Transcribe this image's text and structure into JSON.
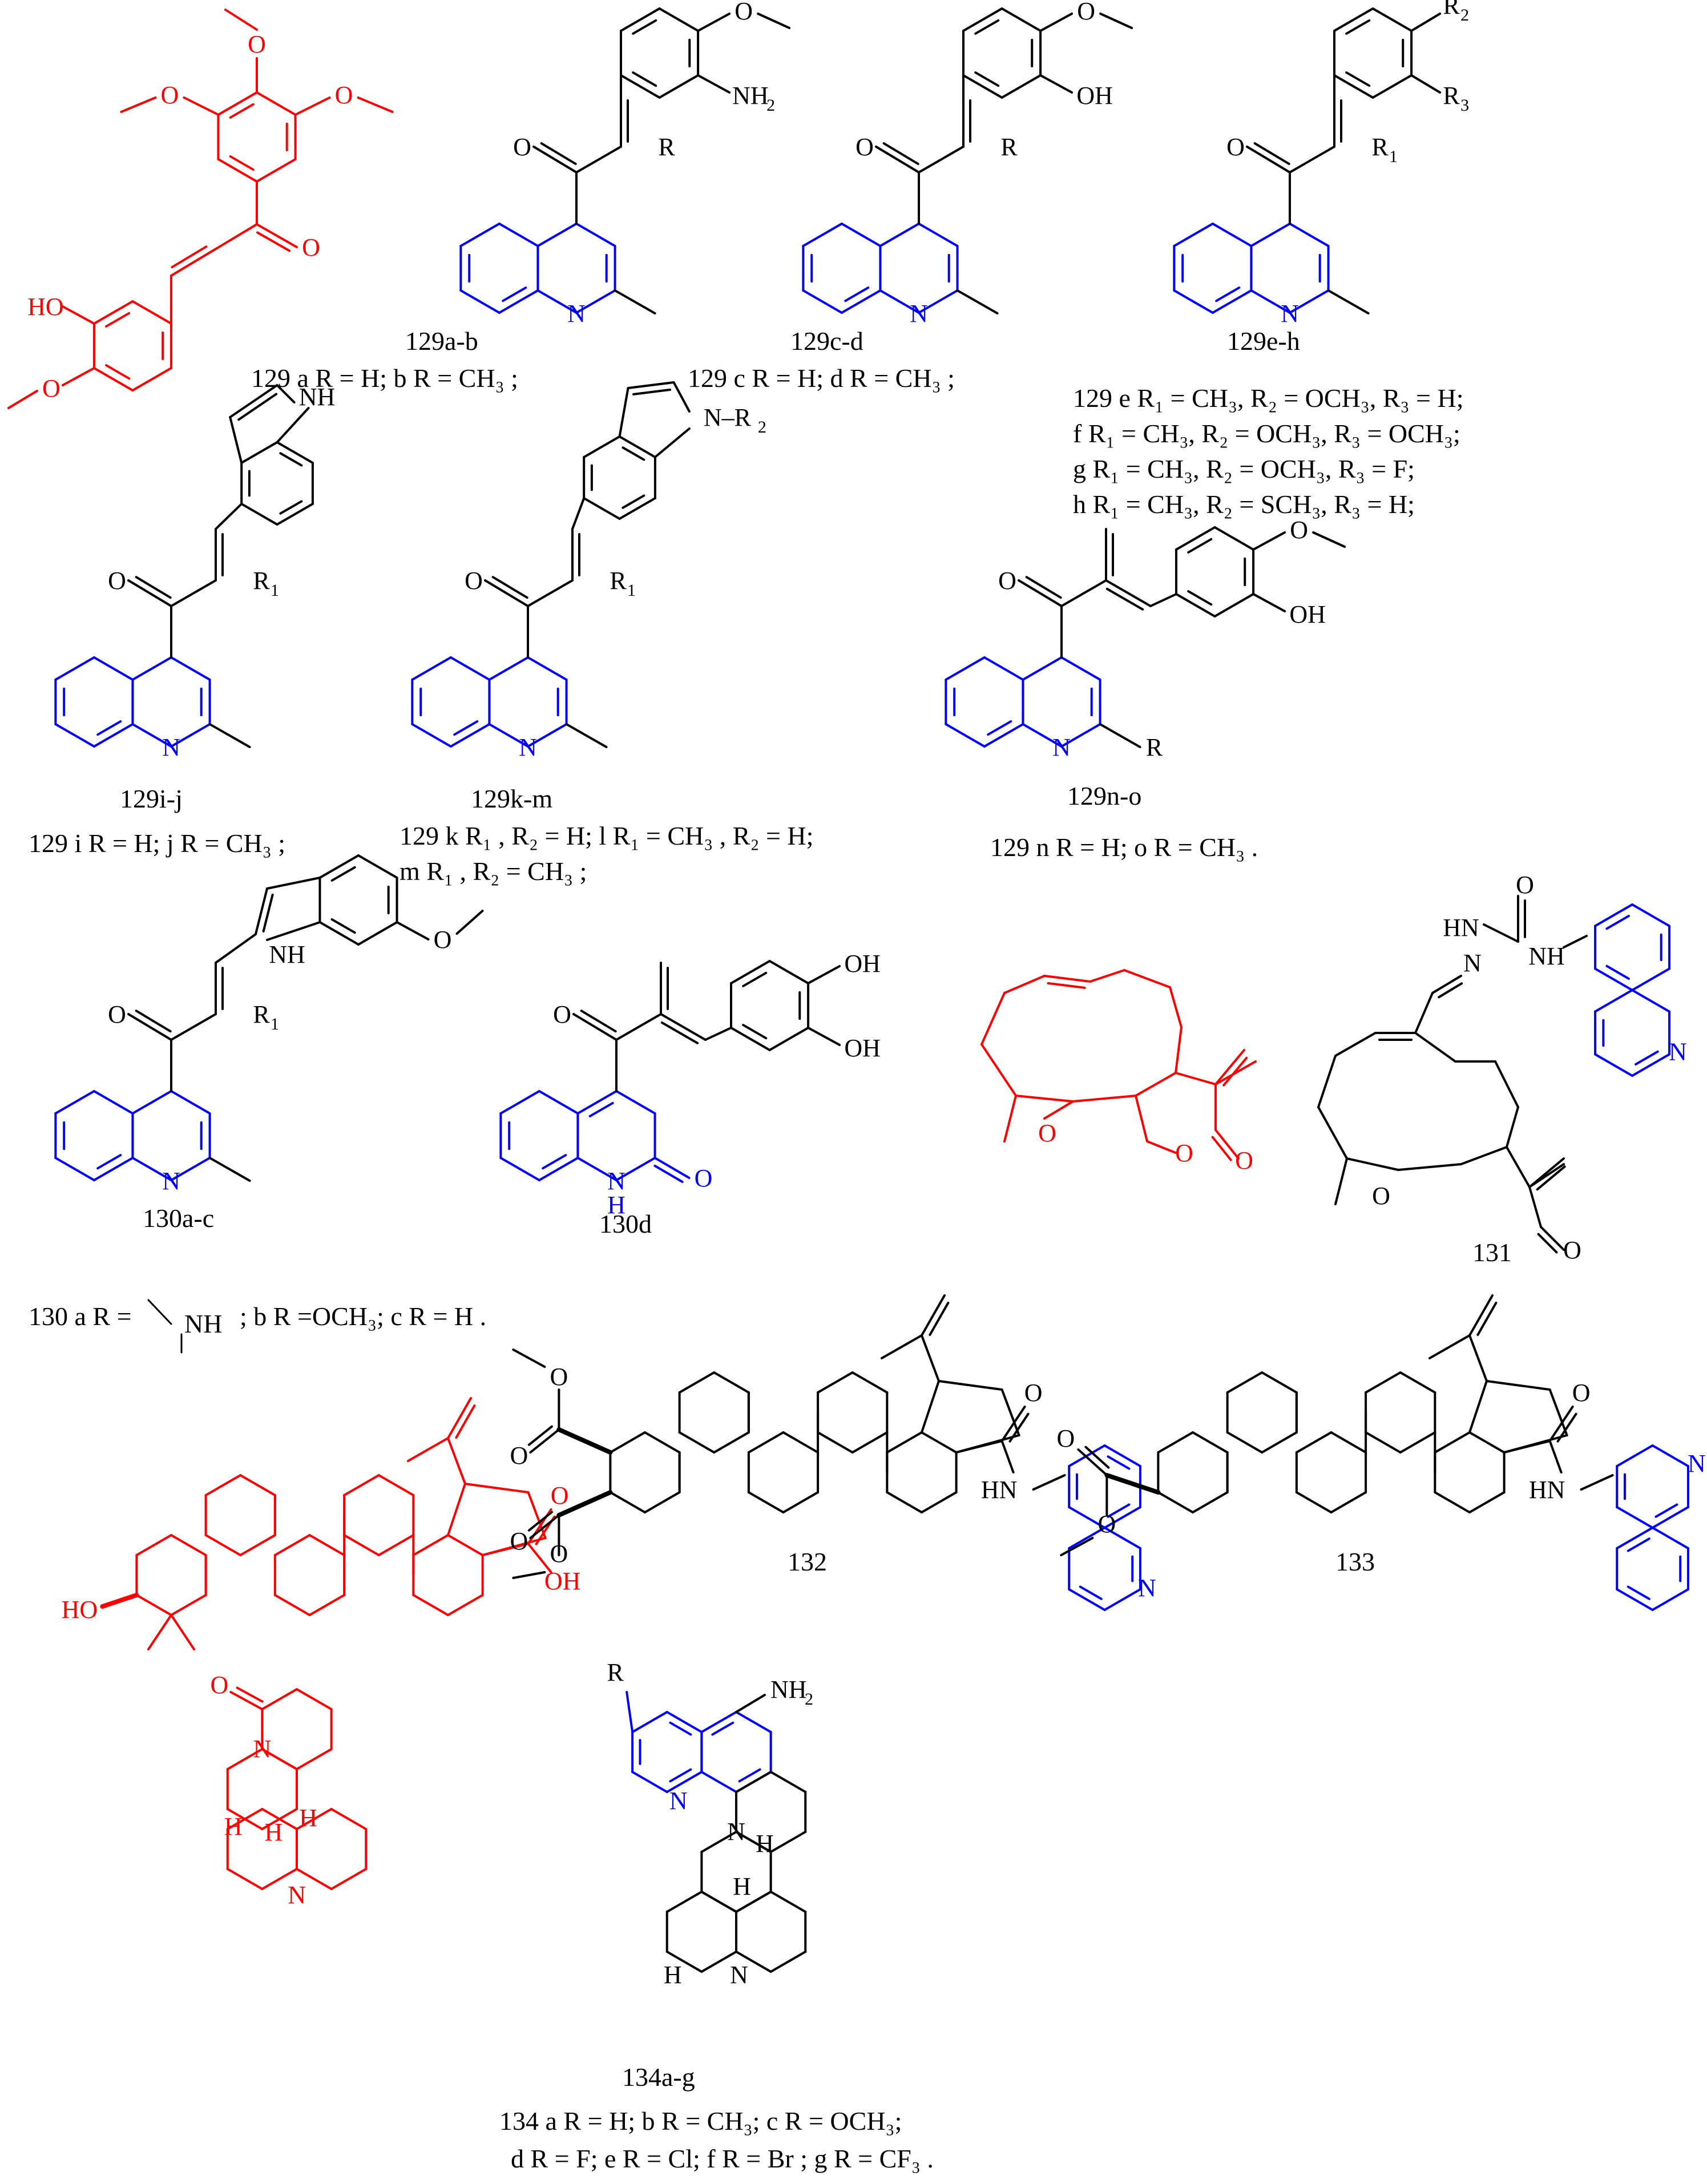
{
  "colors": {
    "highlight": "#ff0000",
    "quinoline": "#0000ff",
    "ink": "#000000"
  },
  "atoms": {
    "O": "O",
    "HO": "HO",
    "OH": "OH",
    "N": "N",
    "NH": "NH",
    "H": "H",
    "HN": "HN",
    "NH2": "NH",
    "R": "R",
    "R1": "R",
    "R2": "R",
    "R3": "R",
    "N_R2": "N–R",
    "two": "2",
    "one": "1",
    "three": "3"
  },
  "labels": {
    "l129ab": "129a-b",
    "c129ab": "129 a R = H; b R = CH₃ ;",
    "l129cd": "129c-d",
    "c129cd": "129 c R = H; d R = CH₃ ;",
    "l129eh": "129e-h",
    "c129e": "129 e R₁ = CH₃, R₂ = OCH₃, R₃ = H;",
    "c129f": "f R₁ = CH₃, R₂ = OCH₃, R₃ = OCH₃;",
    "c129g": "g R₁ = CH₃, R₂ = OCH₃, R₃ = F;",
    "c129h": "h R₁ = CH₃, R₂ = SCH₃, R₃ = H;",
    "l129ij": "129i-j",
    "c129ij": "129 i R = H; j R = CH₃ ;",
    "l129km": "129k-m",
    "c129k": "129 k R₁ , R₂ = H; l R₁ = CH₃ , R₂ = H;",
    "c129m": "m R₁ , R₂ = CH₃ ;",
    "l129no": "129n-o",
    "c129no": "129 n R = H; o R = CH₃ .",
    "l130ac": "130a-c",
    "c130a": "130 a R =",
    "c130b": "; b R =OCH₃; c R = H .",
    "l130d": "130d",
    "l131": "131",
    "l132": "132",
    "l133": "133",
    "l134": "134a-g",
    "c134a": "134 a R = H; b R = CH₃; c R = OCH₃;",
    "c134b": "d R = F; e R = Cl; f R = Br ; g R = CF₃ ."
  }
}
